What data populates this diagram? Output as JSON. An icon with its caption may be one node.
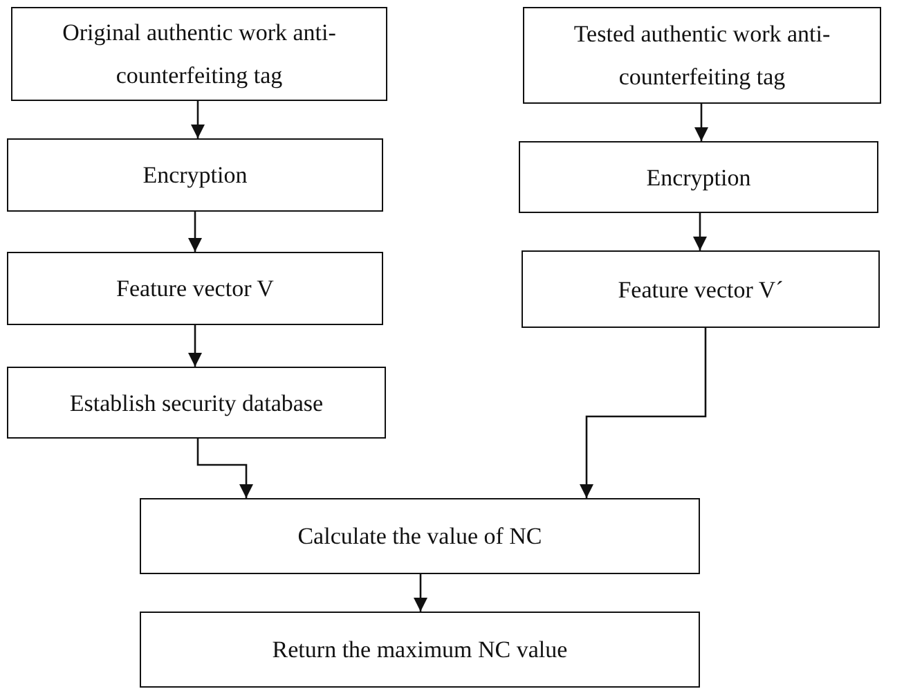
{
  "diagram": {
    "nodes": [
      {
        "text": [
          "Original authentic work anti-counterfeiting tag"
        ]
      },
      {
        "text": [
          "Encryption"
        ]
      },
      {
        "text": [
          "Feature vector V"
        ]
      },
      {
        "text": [
          "Establish security database"
        ]
      },
      {
        "text": [
          "Tested authentic work anti-counterfeiting tag"
        ]
      },
      {
        "text": [
          "Encryption"
        ]
      },
      {
        "text": [
          "Feature vector V´"
        ]
      },
      {
        "text": [
          "Calculate the value of NC"
        ]
      },
      {
        "text": [
          "Return the maximum NC value"
        ]
      }
    ],
    "edges": [
      {
        "from": 0,
        "to": 1,
        "arrow": "to"
      },
      {
        "from": 1,
        "to": 2,
        "arrow": "to"
      },
      {
        "from": 2,
        "to": 3,
        "arrow": "to"
      },
      {
        "from": 4,
        "to": 5,
        "arrow": "to"
      },
      {
        "from": 5,
        "to": 6,
        "arrow": "to"
      },
      {
        "from": 3,
        "to": 7,
        "arrow": "to"
      },
      {
        "from": 6,
        "to": 7,
        "arrow": "to"
      },
      {
        "from": 7,
        "to": 8,
        "arrow": "to"
      }
    ]
  }
}
